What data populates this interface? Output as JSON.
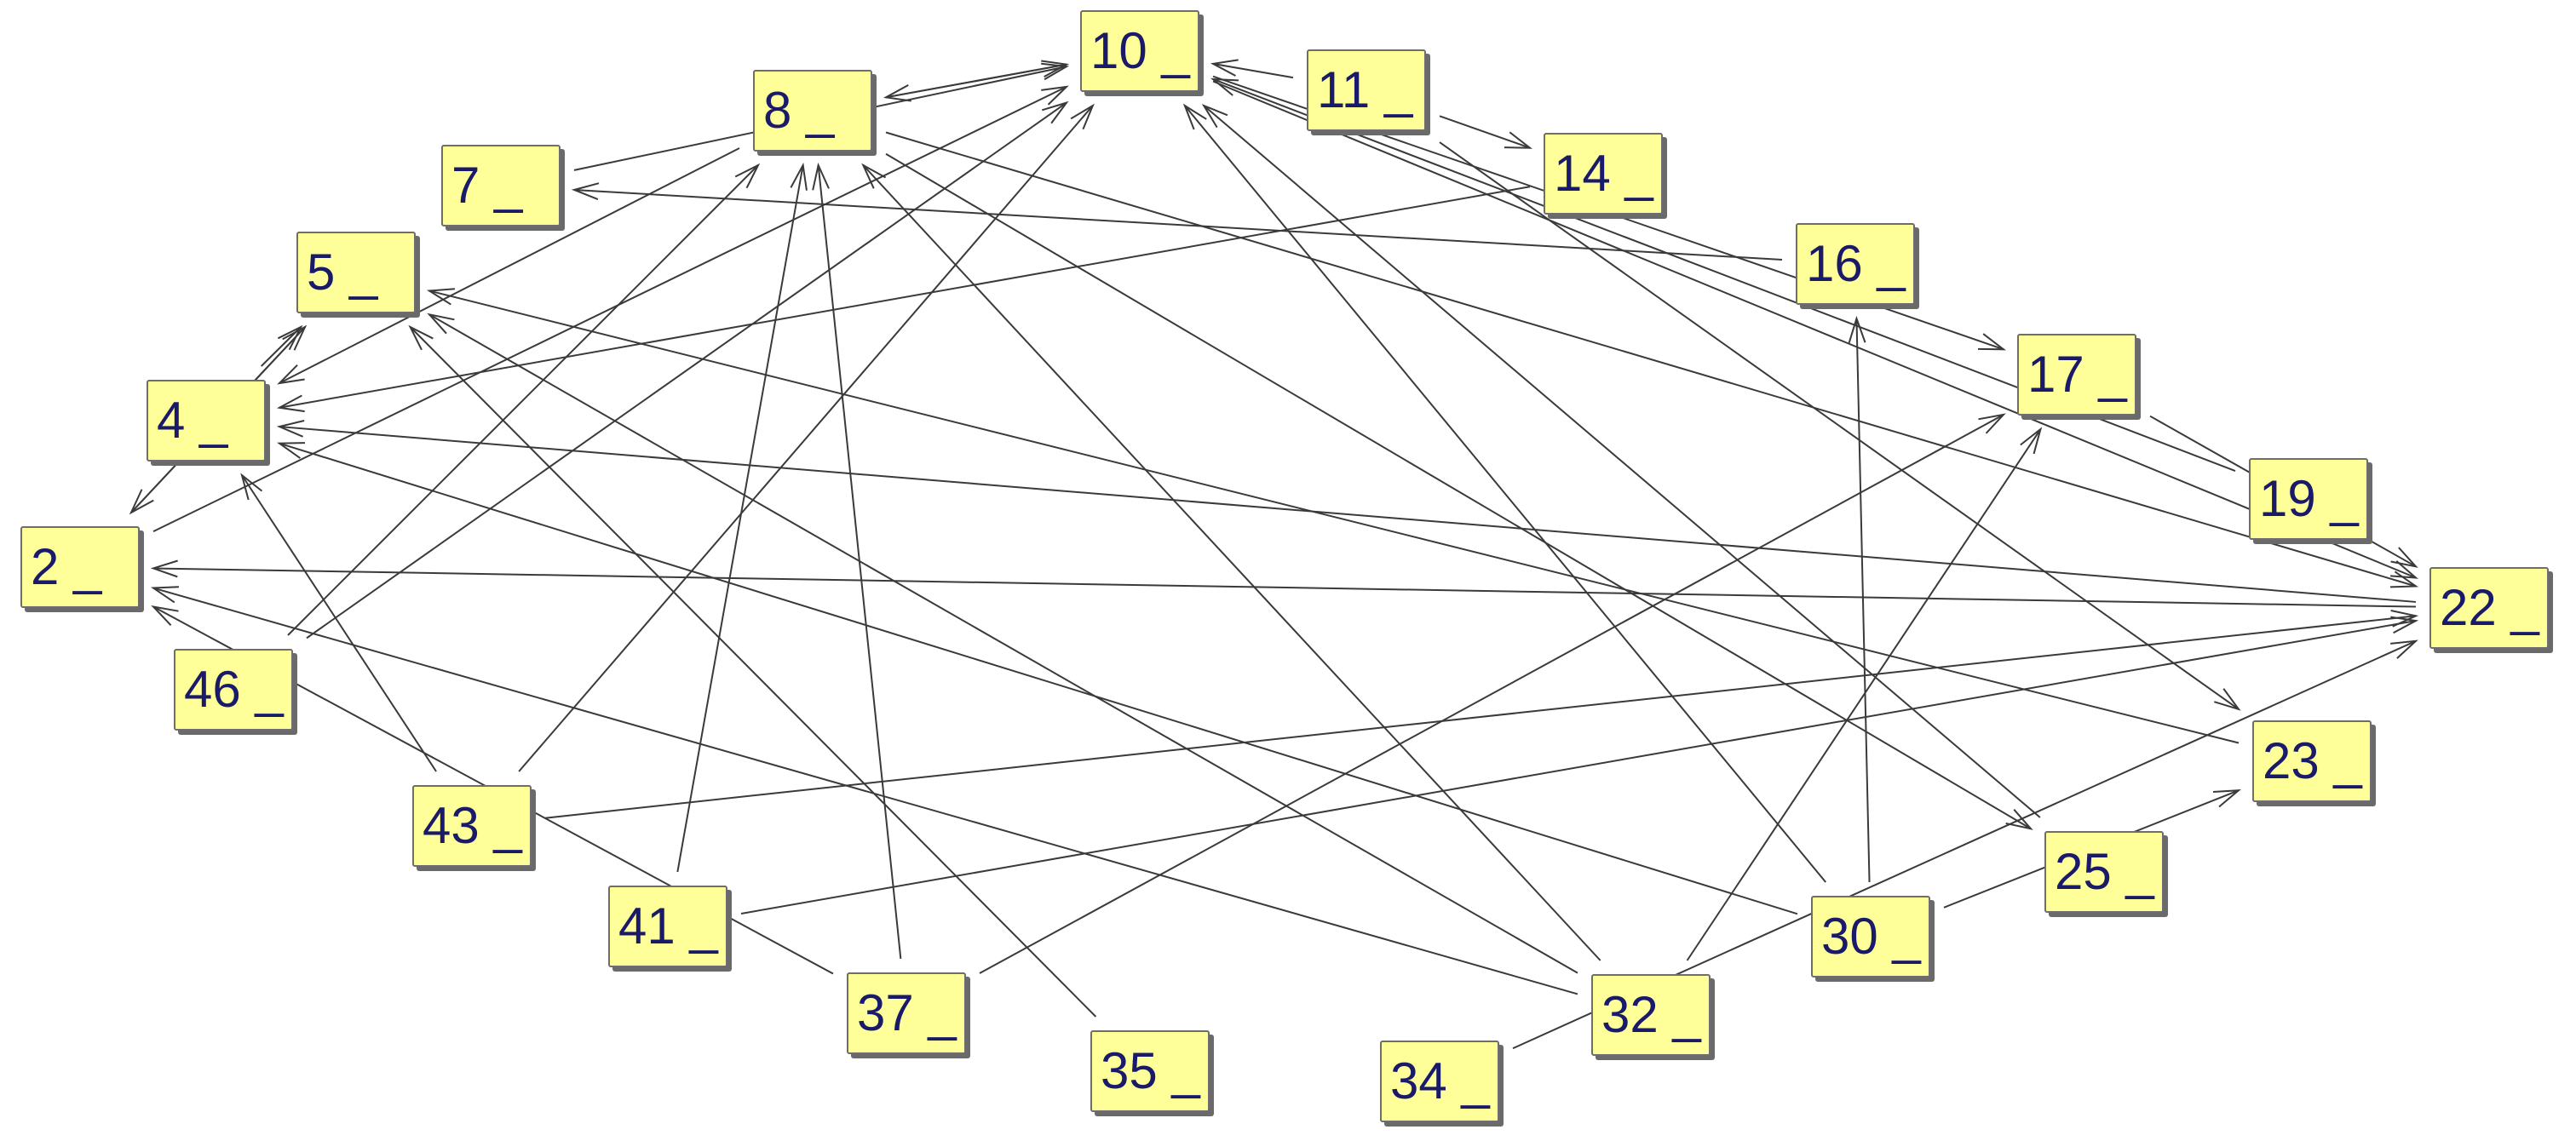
{
  "diagram": {
    "type": "directed-graph",
    "node_fill": "#ffff99",
    "node_border": "#6d6d6d",
    "node_shadow": "#6a6a6a",
    "label_color": "#1a1a6a",
    "edge_color": "#3a3a3a",
    "nodes": [
      {
        "id": "n2",
        "label": "2 _"
      },
      {
        "id": "n4",
        "label": "4 _"
      },
      {
        "id": "n5",
        "label": "5 _"
      },
      {
        "id": "n7",
        "label": "7 _"
      },
      {
        "id": "n8",
        "label": "8 _"
      },
      {
        "id": "n10",
        "label": "10 _"
      },
      {
        "id": "n11",
        "label": "11 _"
      },
      {
        "id": "n14",
        "label": "14 _"
      },
      {
        "id": "n16",
        "label": "16 _"
      },
      {
        "id": "n17",
        "label": "17 _"
      },
      {
        "id": "n19",
        "label": "19 _"
      },
      {
        "id": "n22",
        "label": "22 _"
      },
      {
        "id": "n23",
        "label": "23 _"
      },
      {
        "id": "n25",
        "label": "25 _"
      },
      {
        "id": "n30",
        "label": "30 _"
      },
      {
        "id": "n32",
        "label": "32 _"
      },
      {
        "id": "n34",
        "label": "34 _"
      },
      {
        "id": "n35",
        "label": "35 _"
      },
      {
        "id": "n37",
        "label": "37 _"
      },
      {
        "id": "n41",
        "label": "41 _"
      },
      {
        "id": "n43",
        "label": "43 _"
      },
      {
        "id": "n46",
        "label": "46 _"
      }
    ],
    "edges": [
      {
        "from": "n2",
        "to": "n5"
      },
      {
        "from": "n2",
        "to": "n10"
      },
      {
        "from": "n4",
        "to": "n5"
      },
      {
        "from": "n5",
        "to": "n2"
      },
      {
        "from": "n7",
        "to": "n10"
      },
      {
        "from": "n8",
        "to": "n10"
      },
      {
        "from": "n10",
        "to": "n8"
      },
      {
        "from": "n8",
        "to": "n4"
      },
      {
        "from": "n8",
        "to": "n22"
      },
      {
        "from": "n8",
        "to": "n25"
      },
      {
        "from": "n11",
        "to": "n10"
      },
      {
        "from": "n11",
        "to": "n14"
      },
      {
        "from": "n11",
        "to": "n23"
      },
      {
        "from": "n14",
        "to": "n4"
      },
      {
        "from": "n16",
        "to": "n7"
      },
      {
        "from": "n10",
        "to": "n17"
      },
      {
        "from": "n10",
        "to": "n22"
      },
      {
        "from": "n19",
        "to": "n10"
      },
      {
        "from": "n22",
        "to": "n2"
      },
      {
        "from": "n22",
        "to": "n4"
      },
      {
        "from": "n23",
        "to": "n5"
      },
      {
        "from": "n25",
        "to": "n10"
      },
      {
        "from": "n30",
        "to": "n4"
      },
      {
        "from": "n30",
        "to": "n16"
      },
      {
        "from": "n30",
        "to": "n10"
      },
      {
        "from": "n32",
        "to": "n2"
      },
      {
        "from": "n32",
        "to": "n8"
      },
      {
        "from": "n32",
        "to": "n5"
      },
      {
        "from": "n32",
        "to": "n17"
      },
      {
        "from": "n34",
        "to": "n22"
      },
      {
        "from": "n35",
        "to": "n5"
      },
      {
        "from": "n37",
        "to": "n8"
      },
      {
        "from": "n37",
        "to": "n17"
      },
      {
        "from": "n37",
        "to": "n2"
      },
      {
        "from": "n41",
        "to": "n8"
      },
      {
        "from": "n41",
        "to": "n22"
      },
      {
        "from": "n43",
        "to": "n4"
      },
      {
        "from": "n43",
        "to": "n10"
      },
      {
        "from": "n43",
        "to": "n22"
      },
      {
        "from": "n46",
        "to": "n8"
      },
      {
        "from": "n46",
        "to": "n10"
      },
      {
        "from": "n30",
        "to": "n23"
      },
      {
        "from": "n17",
        "to": "n22"
      }
    ]
  }
}
